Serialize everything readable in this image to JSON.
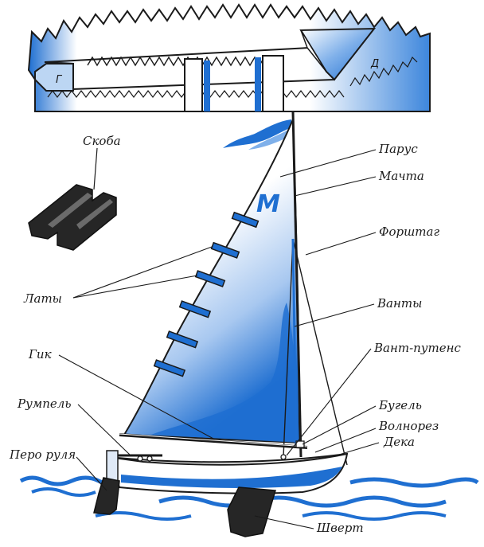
{
  "colors": {
    "accent_blue": "#1f6fd1",
    "light_blue": "#bcd6f3",
    "ink": "#1a1a1a",
    "dark": "#262626"
  },
  "diagram": {
    "letters": {
      "hull_g": "Г",
      "hull_d": "Д",
      "sail_m": "М"
    },
    "labels": {
      "skoba": "Скоба",
      "parus": "Парус",
      "machta": "Мачта",
      "forshtag": "Форштаг",
      "laty": "Латы",
      "vanty": "Ванты",
      "gik": "Гик",
      "vant_putens": "Вант-путенс",
      "rumpel": "Румпель",
      "bugel": "Бугель",
      "volnorez": "Волнорез",
      "deka": "Дека",
      "pero_rulya": "Перо руля",
      "shvert": "Шверт"
    }
  }
}
